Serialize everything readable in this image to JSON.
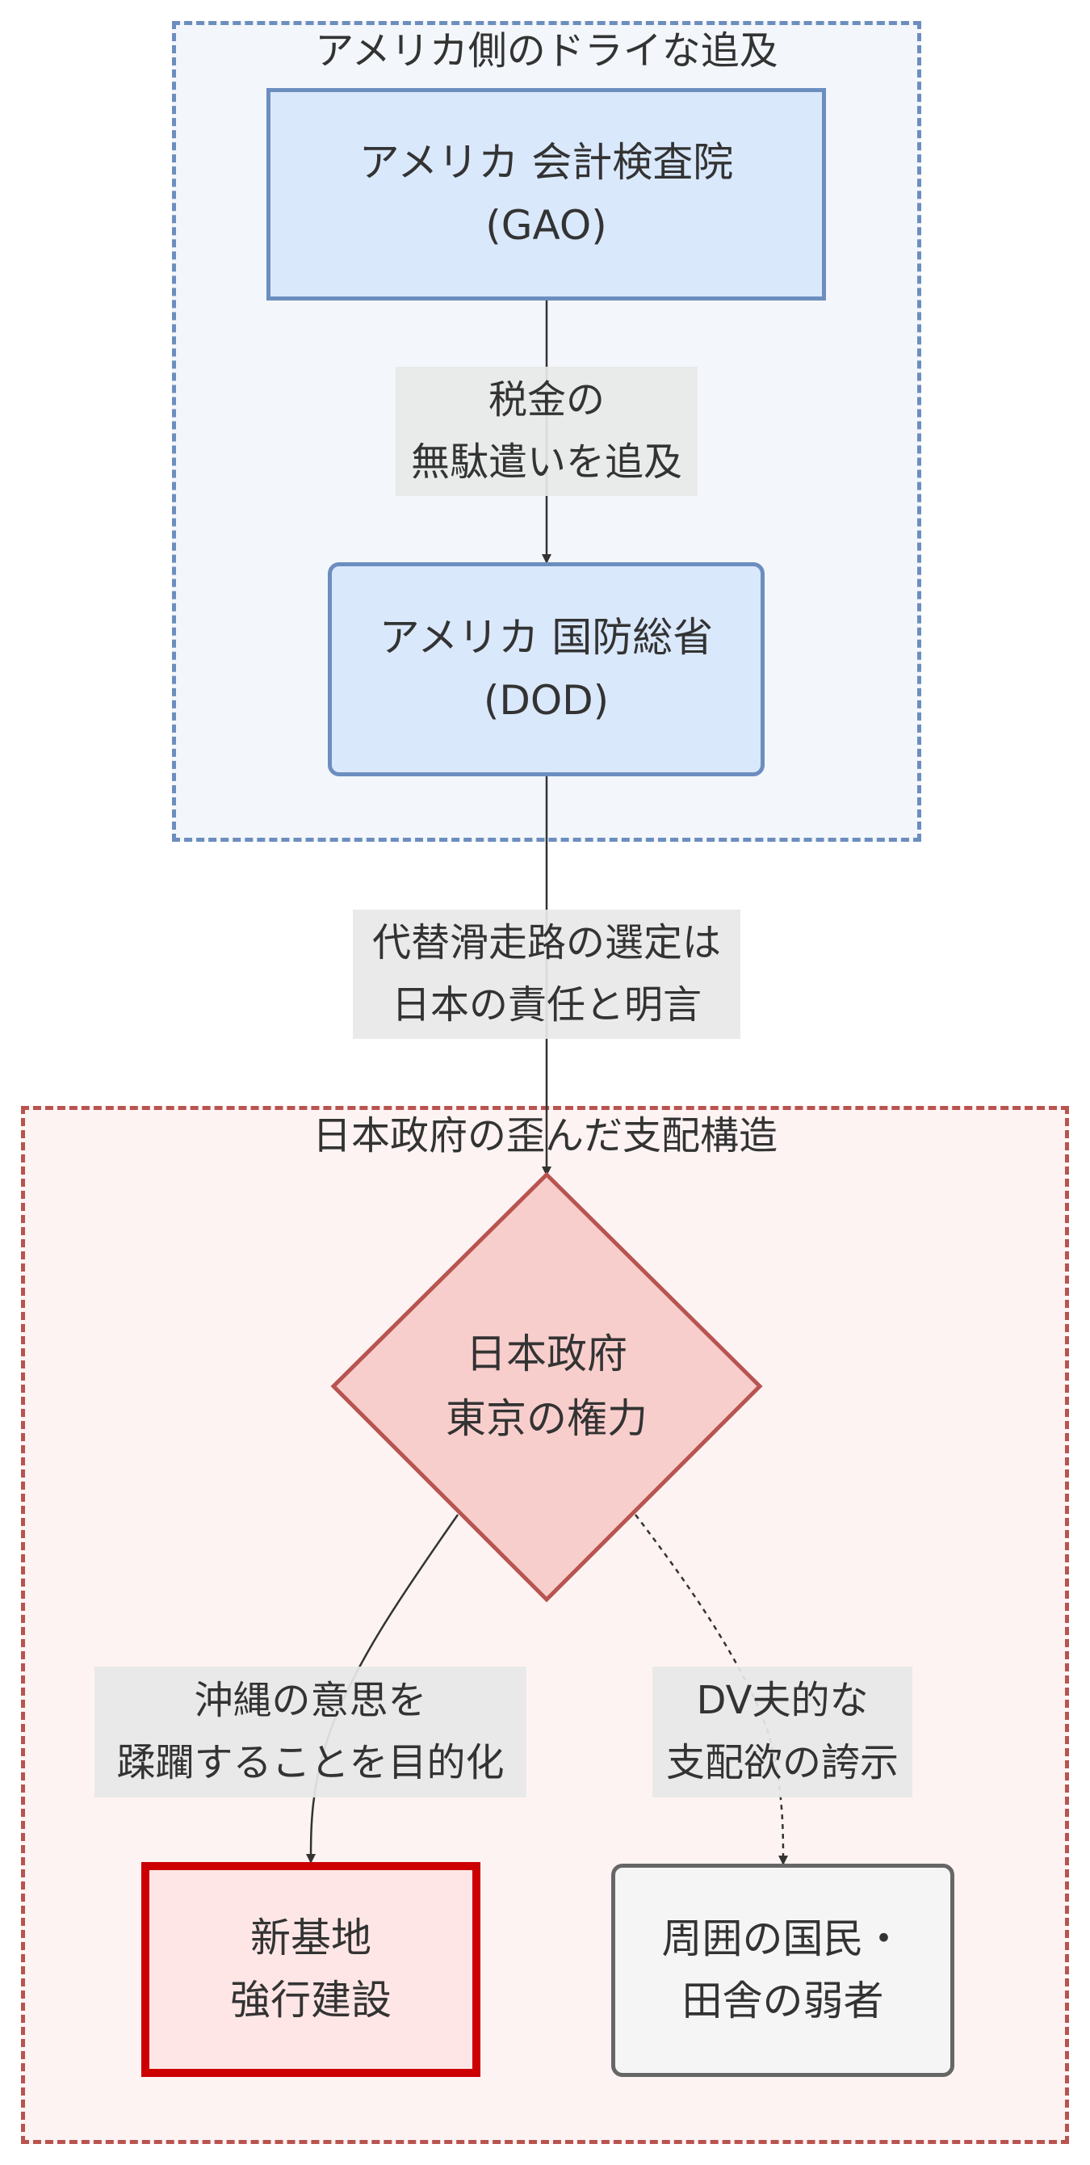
{
  "clusters": {
    "us": {
      "title": "アメリカ側のドライな追及",
      "fill": "#f3f6fa",
      "stroke": "#6c8ebf"
    },
    "japan": {
      "title": "日本政府の歪んだ支配構造",
      "fill": "#fdf3f3",
      "stroke": "#b85450"
    }
  },
  "nodes": {
    "gao": {
      "lines": [
        "アメリカ 会計検査院",
        "(GAO)"
      ],
      "fill": "#dae8fc",
      "stroke": "#6c8ebf"
    },
    "dod": {
      "lines": [
        "アメリカ 国防総省",
        "(DOD)"
      ],
      "fill": "#dae8fc",
      "stroke": "#6c8ebf"
    },
    "gov": {
      "lines": [
        "日本政府",
        "東京の権力"
      ],
      "fill": "#f8cecc",
      "stroke": "#b85450"
    },
    "base": {
      "lines": [
        "新基地",
        "強行建設"
      ],
      "fill": "#ffe6e6",
      "stroke": "#cc0000"
    },
    "weak": {
      "lines": [
        "周囲の国民・",
        "田舎の弱者"
      ],
      "fill": "#f5f5f5",
      "stroke": "#666666"
    }
  },
  "edges": {
    "gao_dod": {
      "lines": [
        "税金の",
        "無駄遣いを追及"
      ]
    },
    "dod_gov": {
      "lines": [
        "代替滑走路の選定は",
        "日本の責任と明言"
      ]
    },
    "gov_base": {
      "lines": [
        "沖縄の意思を",
        "蹂躙することを目的化"
      ]
    },
    "gov_weak": {
      "lines": [
        "DV夫的な",
        "支配欲の誇示"
      ]
    }
  }
}
